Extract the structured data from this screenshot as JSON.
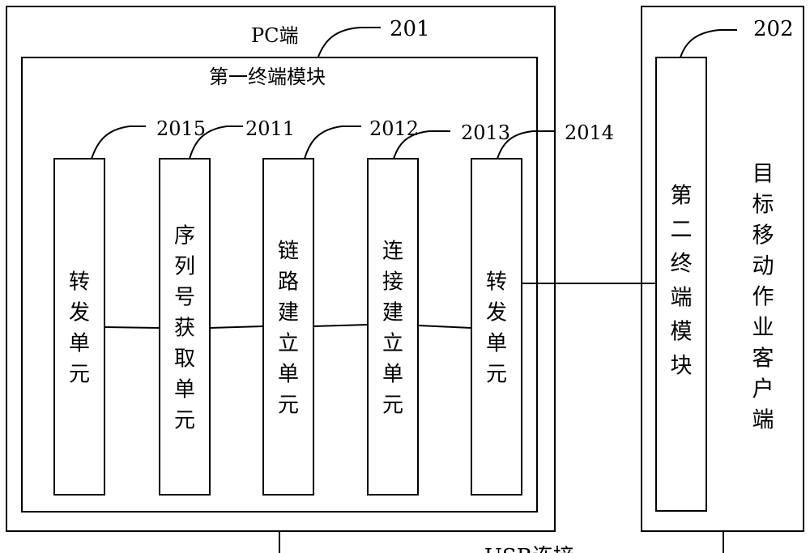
{
  "pc": {
    "label": "PC端",
    "ref": "201"
  },
  "first_module": {
    "label": "第一终端模块"
  },
  "units": [
    {
      "ref": "2015",
      "label": "转发单元"
    },
    {
      "ref": "2011",
      "label": "序列号获取单元"
    },
    {
      "ref": "2012",
      "label": "链路建立单元"
    },
    {
      "ref": "2013",
      "label": "连接建立单元"
    },
    {
      "ref": "2014",
      "label": "转发单元"
    }
  ],
  "mobile": {
    "ref": "202",
    "label": "目标移动作业客户端"
  },
  "second_module": {
    "label": "第二终端模块"
  },
  "usb": {
    "label": "USB连接"
  }
}
